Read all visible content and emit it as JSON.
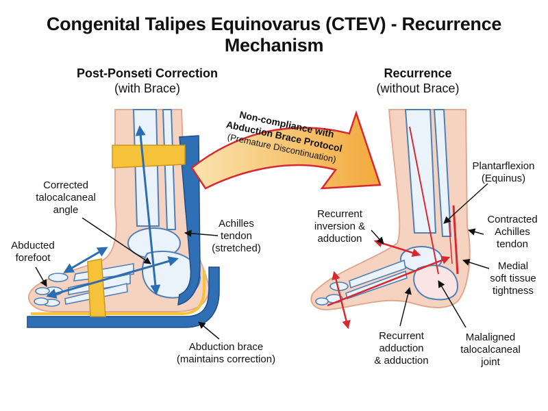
{
  "title": "Congenital Talipes Equinovarus (CTEV) - Recurrence Mechanism",
  "left_panel": {
    "heading": "Post-Ponseti Correction",
    "subheading": "(with Brace)",
    "labels": {
      "corrected_angle": [
        "Corrected",
        "talocalcaneal",
        "angle"
      ],
      "abducted_forefoot": [
        "Abducted",
        "forefoot"
      ],
      "achilles_stretched": [
        "Achilles",
        "tendon",
        "(stretched)"
      ],
      "abduction_brace": [
        "Abduction brace",
        "(maintains correction)"
      ]
    }
  },
  "transition_arrow": {
    "line1": "Non-compliance with",
    "line2": "Abduction Brace Protocol",
    "line3": "(Premature Discontinuation)"
  },
  "right_panel": {
    "heading": "Recurrence",
    "subheading": "(without Brace)",
    "labels": {
      "plantarflexion": [
        "Plantarflexion",
        "(Equinus)"
      ],
      "recurrent_inversion": [
        "Recurrent",
        "inversion &",
        "adduction"
      ],
      "contracted_achilles": [
        "Contracted",
        "Achilles",
        "tendon"
      ],
      "medial_tightness": [
        "Medial",
        "soft tissue",
        "tightness"
      ],
      "recurrent_adduction": [
        "Recurrent",
        "adduction",
        "& adduction"
      ],
      "malaligned_joint": [
        "Malaligned",
        "talocalcaneal",
        "joint"
      ]
    }
  },
  "colors": {
    "skin": "#f6d3c0",
    "skin_outline": "#e0a98f",
    "bone": "#eaf2fb",
    "bone_outline": "#4f7fb5",
    "brace_blue": "#2f6fb5",
    "brace_yellow": "#f6c23a",
    "correction_arrow": "#2a6db0",
    "recurrence_red": "#d8282f",
    "transition_fill": "#f2a93b"
  }
}
